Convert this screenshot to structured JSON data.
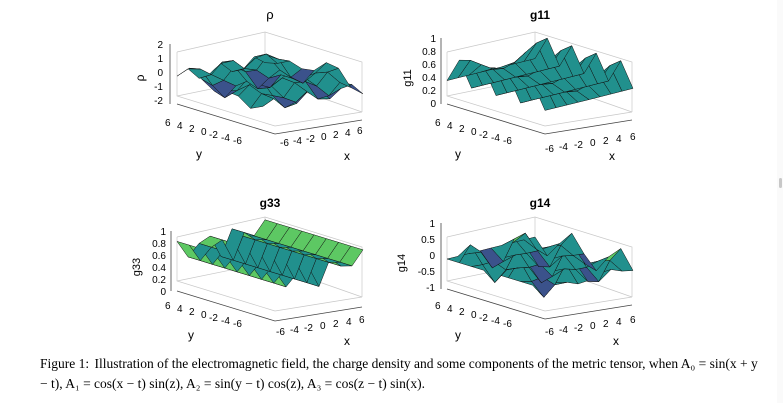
{
  "figure": {
    "caption_label": "Figure 1:",
    "caption_text": "Illustration of the electromagnetic field, the charge density and some components of the metric tensor, when A₀ = sin(x + y − t), A₁ = cos(x − t) sin(z), A₂ = sin(y − t) cos(z), A₃ = cos(z − t) sin(x).",
    "panels": [
      {
        "title": "ρ",
        "zlabel": "ρ",
        "xlabel": "x",
        "ylabel": "y",
        "zticks": [
          "2",
          "1",
          "0",
          "-1",
          "-2"
        ],
        "xticks": [
          "-6",
          "-4",
          "-2",
          "0",
          "2",
          "4",
          "6"
        ],
        "yticks": [
          "6",
          "4",
          "2",
          "0",
          "-2",
          "-4",
          "-6"
        ]
      },
      {
        "title": "g11",
        "zlabel": "g11",
        "xlabel": "x",
        "ylabel": "y",
        "zticks": [
          "1",
          "0.8",
          "0.6",
          "0.4",
          "0.2",
          "0"
        ],
        "xticks": [
          "-6",
          "-4",
          "-2",
          "0",
          "2",
          "4",
          "6"
        ],
        "yticks": [
          "6",
          "4",
          "2",
          "0",
          "-2",
          "-4",
          "-6"
        ]
      },
      {
        "title": "g33",
        "zlabel": "g33",
        "xlabel": "x",
        "ylabel": "y",
        "zticks": [
          "1",
          "0.8",
          "0.6",
          "0.4",
          "0.2",
          "0"
        ],
        "xticks": [
          "-6",
          "-4",
          "-2",
          "0",
          "2",
          "4",
          "6"
        ],
        "yticks": [
          "6",
          "4",
          "2",
          "0",
          "-2",
          "-4",
          "-6"
        ]
      },
      {
        "title": "g14",
        "zlabel": "g14",
        "xlabel": "x",
        "ylabel": "y",
        "zticks": [
          "1",
          "0.5",
          "0",
          "-0.5",
          "-1"
        ],
        "xticks": [
          "-6",
          "-4",
          "-2",
          "0",
          "2",
          "4",
          "6"
        ],
        "yticks": [
          "6",
          "4",
          "2",
          "0",
          "-2",
          "-4",
          "-6"
        ]
      }
    ]
  },
  "colors": {
    "palette": [
      "#440154",
      "#3b528b",
      "#21908d",
      "#5dc863",
      "#fde725"
    ]
  }
}
